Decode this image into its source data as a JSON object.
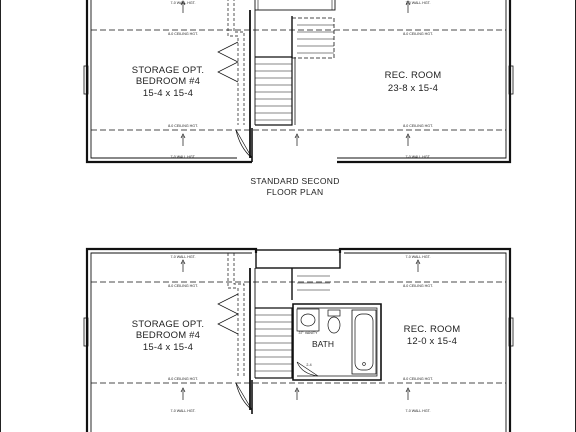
{
  "top_plan": {
    "wall_hgt": "7-0 WALL HGT.",
    "ceiling_hgt": "8-0 CEILING HGT.",
    "storage_room": {
      "line1": "STORAGE OPT.",
      "line2": "BEDROOM #4",
      "dims": "15-4 x 15-4"
    },
    "rec_room": {
      "name": "REC. ROOM",
      "dims": "23-8 x 15-4"
    }
  },
  "caption": {
    "line1": "STANDARD SECOND",
    "line2": "FLOOR PLAN"
  },
  "bottom_plan": {
    "wall_hgt": "7-0 WALL HGT.",
    "ceiling_hgt": "8-0 CEILING HGT.",
    "storage_room": {
      "line1": "STORAGE OPT.",
      "line2": "BEDROOM #4",
      "dims": "15-4 x 15-4"
    },
    "rec_room": {
      "name": "REC. ROOM",
      "dims": "12-0 x 15-4"
    },
    "bath": {
      "name": "BATH",
      "vanity": "37\" VANITY",
      "door": "2-4"
    }
  }
}
